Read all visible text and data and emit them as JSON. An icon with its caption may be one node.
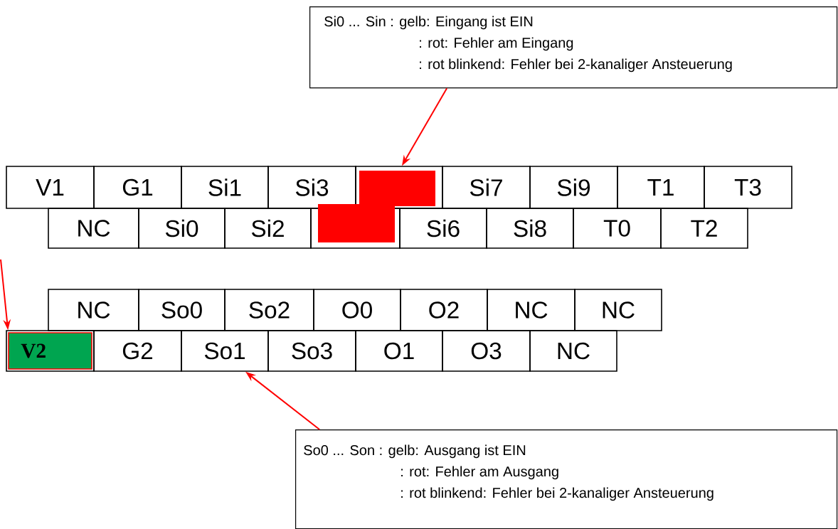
{
  "diagram": {
    "nodes": [
      {
        "text": [
          "Si0 ... Sin : gelb: Eingang ist EIN",
          ": rot: Fehler am Eingang",
          ": rot blinkend: Fehler bei 2-kanaliger Ansteuerung"
        ]
      },
      {
        "text": [
          "V1"
        ]
      },
      {
        "text": [
          "G1"
        ]
      },
      {
        "text": [
          "Si1"
        ]
      },
      {
        "text": [
          "Si3"
        ]
      },
      {
        "text": [],
        "shape": "box"
      },
      {
        "text": [
          "Si7"
        ]
      },
      {
        "text": [
          "Si9"
        ]
      },
      {
        "text": [
          "T1"
        ]
      },
      {
        "text": [
          "T3"
        ]
      },
      {
        "text": [
          "NC"
        ]
      },
      {
        "text": [
          "Si0"
        ]
      },
      {
        "text": [
          "Si2"
        ]
      },
      {
        "text": [],
        "shape": "box"
      },
      {
        "text": [
          "Si6"
        ]
      },
      {
        "text": [
          "Si8"
        ]
      },
      {
        "text": [
          "T0"
        ]
      },
      {
        "text": [
          "T2"
        ]
      },
      {
        "text": [
          "NC"
        ]
      },
      {
        "text": [
          "So0"
        ]
      },
      {
        "text": [
          "So2"
        ]
      },
      {
        "text": [
          "O0"
        ]
      },
      {
        "text": [
          "O2"
        ]
      },
      {
        "text": [
          "NC"
        ]
      },
      {
        "text": [
          "NC"
        ]
      },
      {
        "text": [
          "V2"
        ]
      },
      {
        "text": [
          "G2"
        ]
      },
      {
        "text": [
          "So1"
        ]
      },
      {
        "text": [
          "So3"
        ]
      },
      {
        "text": [
          "O1"
        ]
      },
      {
        "text": [
          "O3"
        ]
      },
      {
        "text": [
          "NC"
        ]
      },
      {
        "text": [
          "So0 ... Son : gelb: Ausgang ist EIN",
          ": rot: Fehler am Ausgang",
          ": rot blinkend: Fehler bei 2-kanaliger Ansteuerung"
        ]
      }
    ],
    "edges": [
      {
        "from": 0,
        "to": 5,
        "arrow": "to"
      },
      {
        "from": 32,
        "to": 27,
        "arrow": "to"
      },
      {
        "from": null,
        "to": 25,
        "arrow": "to"
      }
    ]
  }
}
